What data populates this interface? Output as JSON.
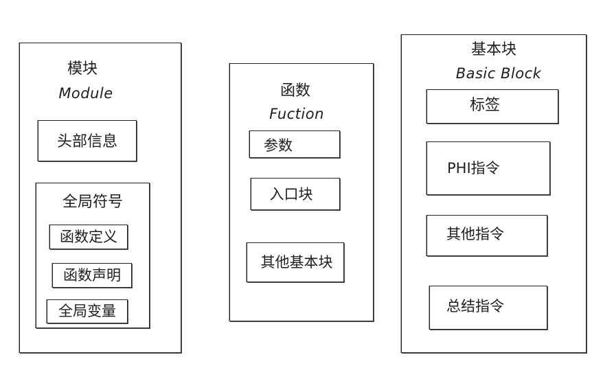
{
  "module": {
    "title_cn": "模块",
    "title_en": "Module",
    "header_info": "头部信息",
    "global_symbols": {
      "title": "全局符号",
      "items": [
        "函数定义",
        "函数声明",
        "全局变量"
      ]
    }
  },
  "function": {
    "title_cn": "函数",
    "title_en": "Fuction",
    "items": [
      "参数",
      "入口块",
      "其他基本块"
    ]
  },
  "basic_block": {
    "title_cn": "基本块",
    "title_en": "Basic Block",
    "items": [
      "标签",
      "PHI指令",
      "其他指令",
      "总结指令"
    ]
  }
}
